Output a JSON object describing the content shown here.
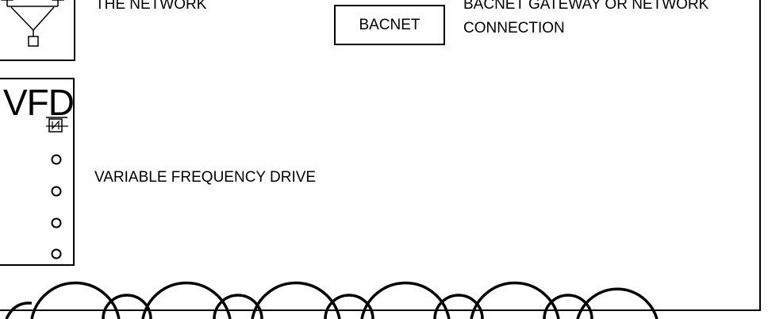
{
  "legend": {
    "network": {
      "description": "THE NETWORK"
    },
    "bacnet": {
      "symbol_text": "BACNET",
      "description_line1": "BACNET GATEWAY OR NETWORK",
      "description_line2": "CONNECTION"
    },
    "vfd": {
      "symbol_text": "VFD",
      "description": "VARIABLE FREQUENCY DRIVE"
    }
  },
  "colors": {
    "line": "#000000",
    "background": "#ffffff"
  }
}
